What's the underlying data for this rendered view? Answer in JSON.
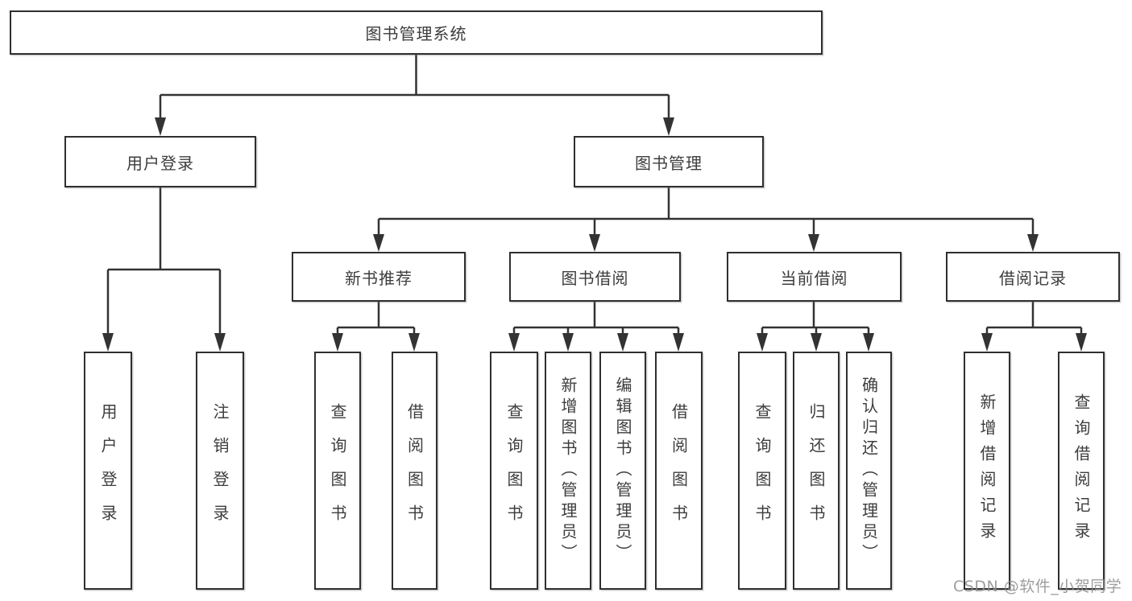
{
  "tree": {
    "label": "图书管理系统",
    "children": [
      {
        "label": "用户登录",
        "children": [
          {
            "label": "用户登录"
          },
          {
            "label": "注销登录"
          }
        ]
      },
      {
        "label": "图书管理",
        "children": [
          {
            "label": "新书推荐",
            "children": [
              {
                "label": "查询图书"
              },
              {
                "label": "借阅图书"
              }
            ]
          },
          {
            "label": "图书借阅",
            "children": [
              {
                "label": "查询图书"
              },
              {
                "label": "新增图书（管理员）"
              },
              {
                "label": "编辑图书（管理员）"
              },
              {
                "label": "借阅图书"
              }
            ]
          },
          {
            "label": "当前借阅",
            "children": [
              {
                "label": "查询图书"
              },
              {
                "label": "归还图书"
              },
              {
                "label": "确认归还（管理员）"
              }
            ]
          },
          {
            "label": "借阅记录",
            "children": [
              {
                "label": "新增借阅记录"
              },
              {
                "label": "查询借阅记录"
              }
            ]
          }
        ]
      }
    ]
  },
  "watermark": {
    "text": "CSDN @软件_小贺同学"
  },
  "colors": {
    "line": "#333333",
    "border": "#2f2f2f",
    "text": "#3d3d3d",
    "watermark": "#8c8c8c",
    "background": "#ffffff"
  }
}
